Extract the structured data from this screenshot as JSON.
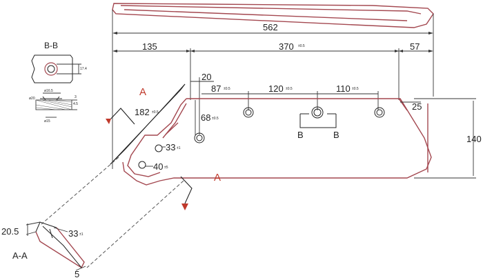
{
  "dimensions": {
    "overall_length": "562",
    "offset_left": "135",
    "hole_span": "370",
    "hole_span_tol": "±0.5",
    "right_margin": "57",
    "small_offset": "20",
    "first_gap": "87",
    "first_gap_tol": "±0.5",
    "second_gap": "120",
    "second_gap_tol": "±0.5",
    "third_gap": "110",
    "third_gap_tol": "±0.5",
    "hole_height": "68",
    "hole_height_tol": "±0.5",
    "height": "140",
    "chamfer": "25",
    "diagonal_length": "182",
    "diagonal_length_tol": "±0.5",
    "hole1_dim": "33",
    "hole1_tol": "±1",
    "hole2_dim": "40",
    "hole2_tol": "±5",
    "section_width": "20.5",
    "section_dim": "33",
    "section_dim_tol": "±1",
    "section_tip": "5"
  },
  "labels": {
    "section_a_top": "A",
    "section_a_bottom": "A",
    "section_b_left": "B",
    "section_b_right": "B",
    "section_bb_title": "B-B",
    "section_aa_title": "A-A",
    "bb_value_1": "17.4",
    "bb_value_2": "ø16.5",
    "bb_value_3": "ø20",
    "bb_value_4": "ø15",
    "bb_value_5": "4.5",
    "bb_value_6": "3"
  }
}
